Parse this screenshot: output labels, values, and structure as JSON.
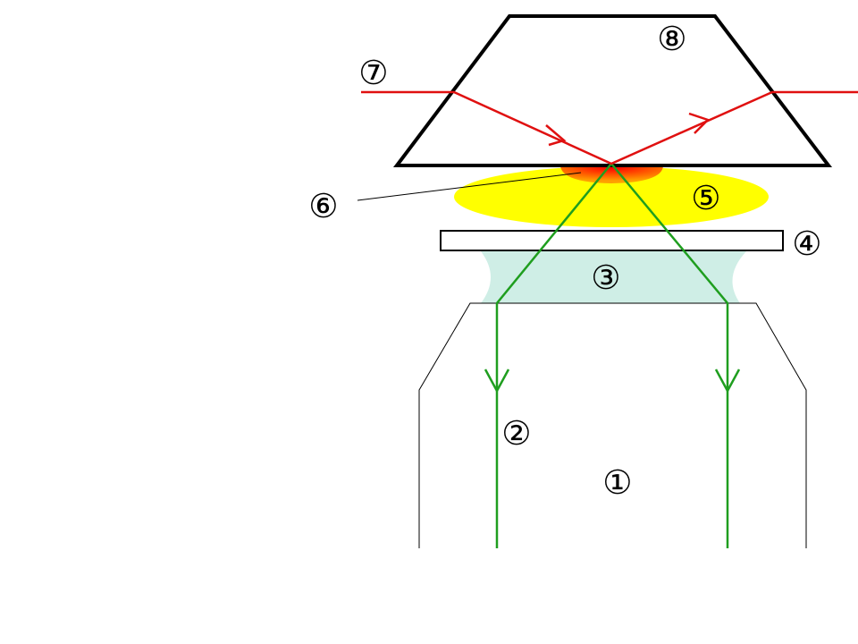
{
  "labels": {
    "objective_lens": "①",
    "excitation_rays": "②",
    "immersion_medium": "③",
    "cover_glass": "④",
    "sample_medium": "⑤",
    "evanescent_field": "⑥",
    "reflected_beam": "⑦",
    "prism": "⑧"
  },
  "colors": {
    "excitation_beam": "#1f9e1f",
    "reflected_beam": "#e01010",
    "immersion_medium": "#cfeee6",
    "sample_medium": "#ffff00",
    "evanescent_field": "#ff2000",
    "outline": "#000000"
  }
}
